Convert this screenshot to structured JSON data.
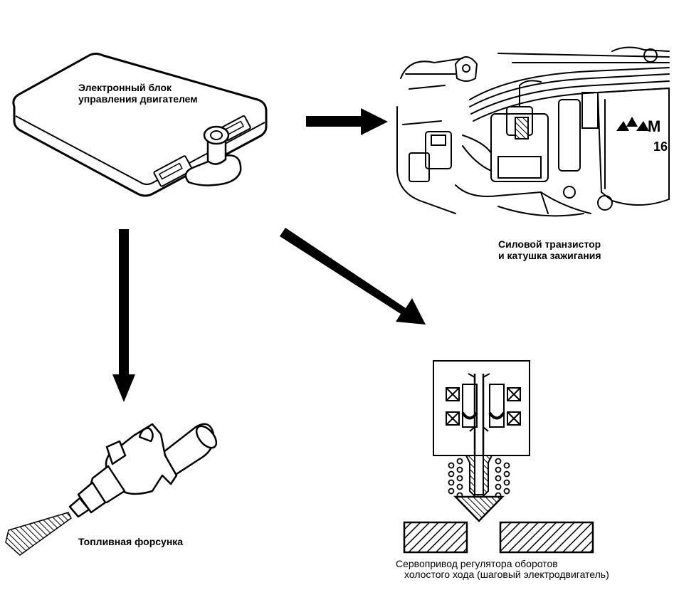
{
  "labels": {
    "ecu": [
      "Электронный блок",
      "управления двигателем"
    ],
    "ignition": [
      "Силовой транзистор",
      "и катушка зажигания"
    ],
    "injector": "Топливная форсунка",
    "idle_servo": [
      "Сервопривод регулятора оборотов",
      "холостого хода (шаговый электродвигатель)"
    ]
  },
  "engine_marks": {
    "brand_letters": "M",
    "number": "16"
  },
  "colors": {
    "ink": "#000000",
    "paper": "#ffffff"
  }
}
